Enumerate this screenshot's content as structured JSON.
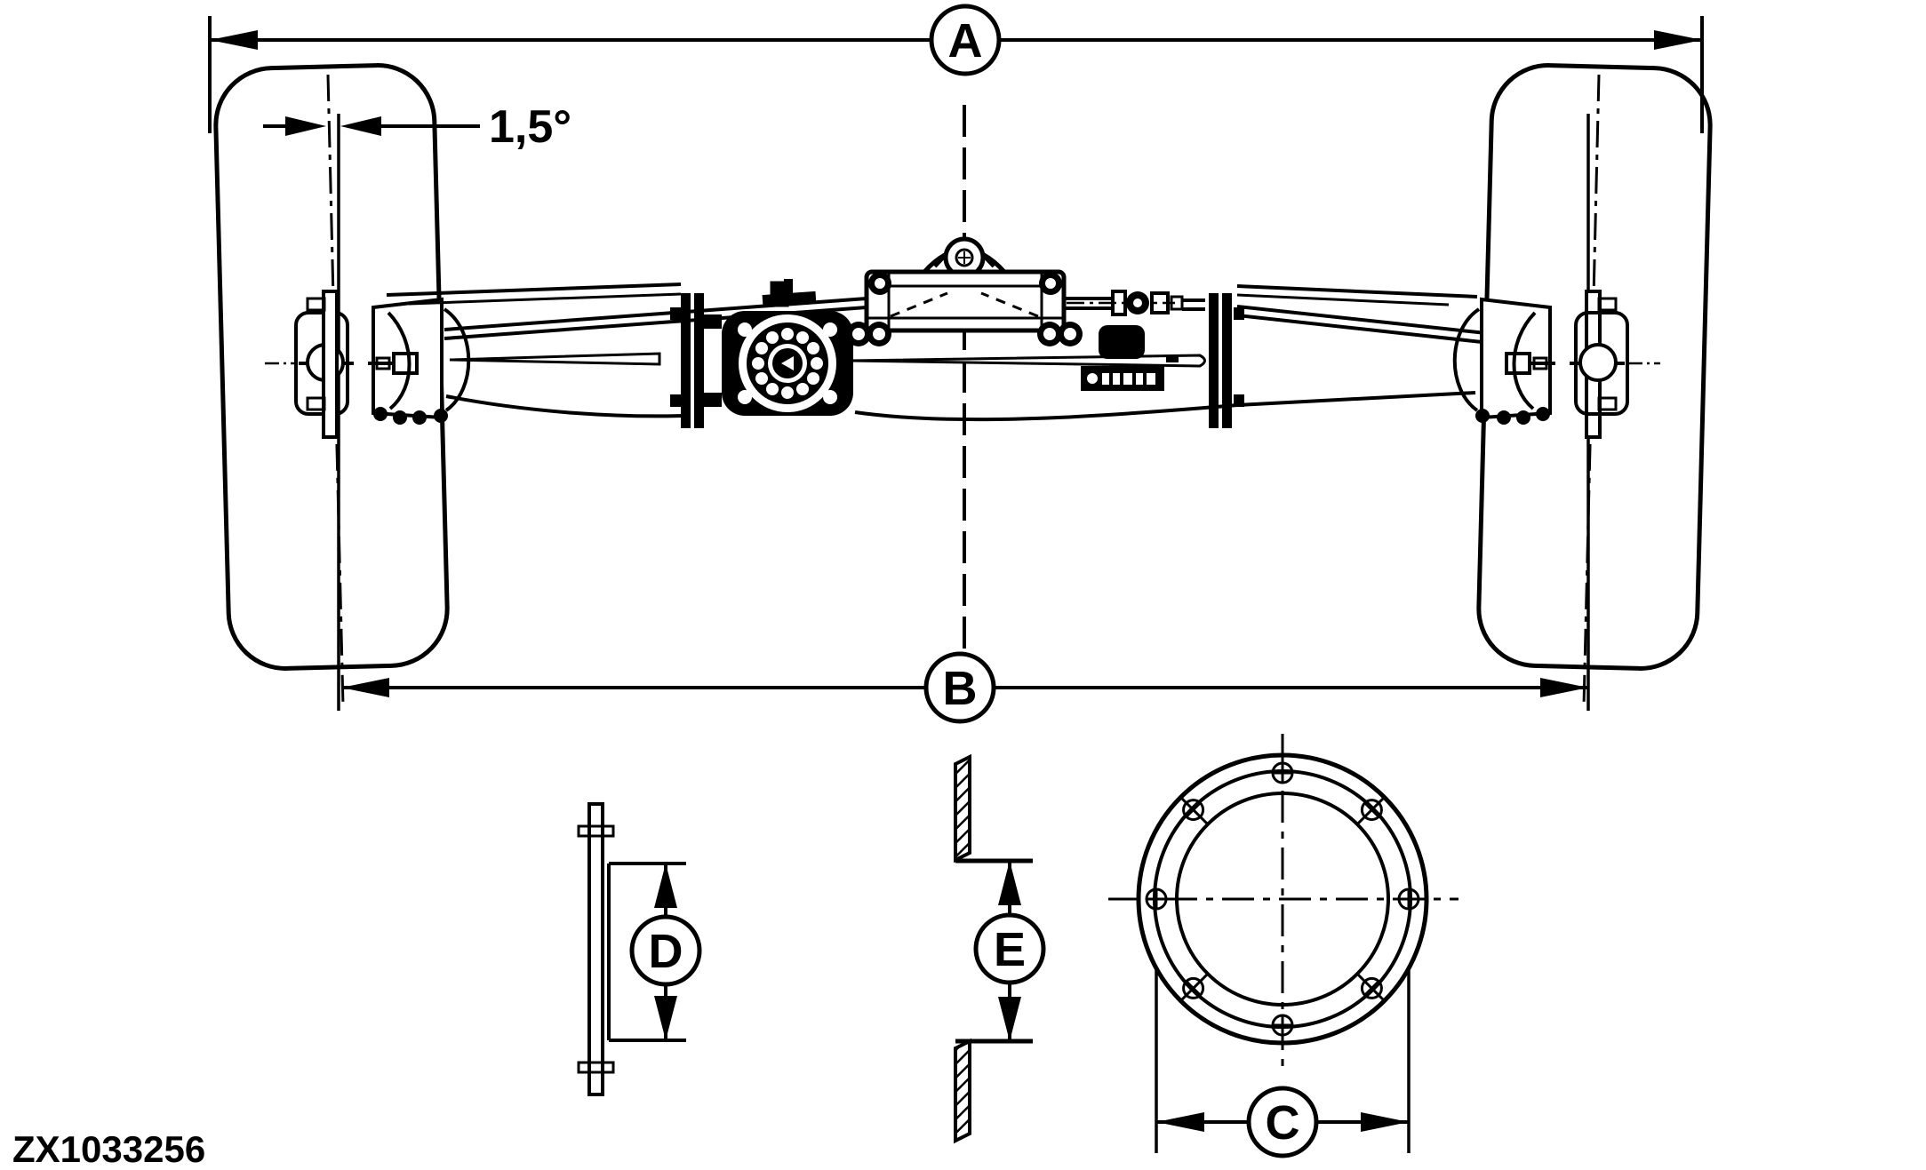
{
  "figure": {
    "type": "technical line drawing",
    "subject": "front axle assembly with steering cylinder, tires and detail views",
    "drawing_code": "ZX1033256"
  },
  "dimensions": {
    "overall_width_label": "A",
    "track_width_label": "B",
    "bolt_circle_label": "C",
    "disc_depth_label": "D",
    "rim_gap_label": "E",
    "camber_angle_label": "1,5°"
  },
  "colors": {
    "line": "#000000",
    "background": "#ffffff"
  }
}
